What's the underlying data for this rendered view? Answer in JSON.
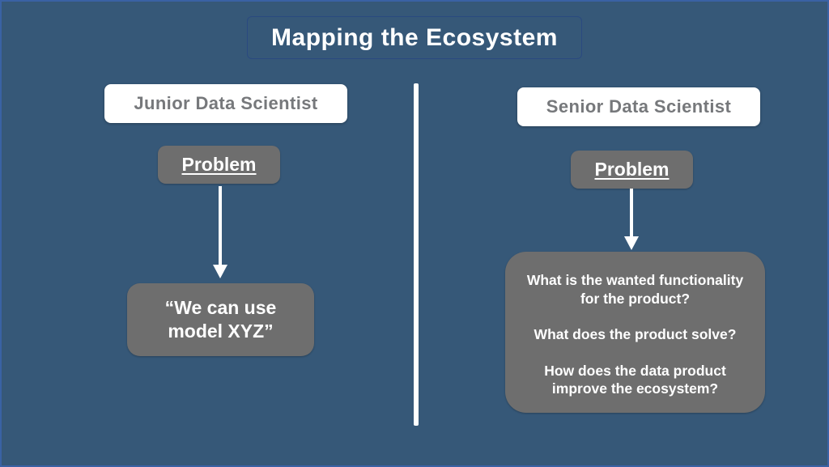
{
  "title": "Mapping the Ecosystem",
  "colors": {
    "background": "#365878",
    "page_border": "#3a62a4",
    "title_border": "#2a4a80",
    "shape_gray": "#6e6e6e",
    "shape_white": "#ffffff",
    "header_text_gray": "#76787b",
    "body_text_white": "#ffffff"
  },
  "icons": {
    "left_arrow": "down-arrow",
    "right_arrow": "down-arrow",
    "divider": "vertical-divider-line"
  },
  "left": {
    "header": "Junior Data Scientist",
    "problem_label": "Problem",
    "quote_lines": [
      "“We can use",
      "model XYZ”"
    ]
  },
  "right": {
    "header": "Senior Data Scientist",
    "problem_label": "Problem",
    "questions": [
      "What is the wanted functionality for the product?",
      "What does the product solve?",
      "How does the data product improve the ecosystem?"
    ]
  }
}
